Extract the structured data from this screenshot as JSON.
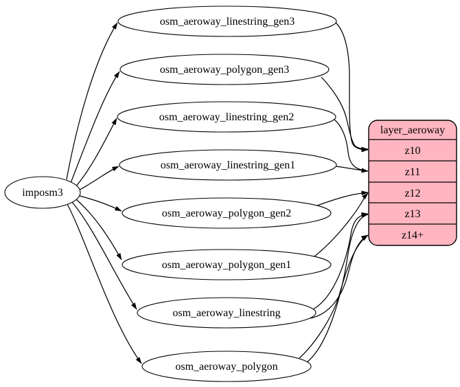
{
  "diagram": {
    "source": {
      "id": "imposm3",
      "label": "imposm3"
    },
    "tables": [
      {
        "id": "osm_aeroway_linestring_gen3",
        "label": "osm_aeroway_linestring_gen3"
      },
      {
        "id": "osm_aeroway_polygon_gen3",
        "label": "osm_aeroway_polygon_gen3"
      },
      {
        "id": "osm_aeroway_linestring_gen2",
        "label": "osm_aeroway_linestring_gen2"
      },
      {
        "id": "osm_aeroway_linestring_gen1",
        "label": "osm_aeroway_linestring_gen1"
      },
      {
        "id": "osm_aeroway_polygon_gen2",
        "label": "osm_aeroway_polygon_gen2"
      },
      {
        "id": "osm_aeroway_polygon_gen1",
        "label": "osm_aeroway_polygon_gen1"
      },
      {
        "id": "osm_aeroway_linestring",
        "label": "osm_aeroway_linestring"
      },
      {
        "id": "osm_aeroway_polygon",
        "label": "osm_aeroway_polygon"
      }
    ],
    "layer": {
      "title": "layer_aeroway",
      "rows": [
        "z10",
        "z11",
        "z12",
        "z13",
        "z14+"
      ],
      "fill": "#ffb6c1",
      "border": "#000000"
    },
    "edges_source_to_tables": [
      {
        "from": "imposm3",
        "to": "osm_aeroway_linestring_gen3"
      },
      {
        "from": "imposm3",
        "to": "osm_aeroway_polygon_gen3"
      },
      {
        "from": "imposm3",
        "to": "osm_aeroway_linestring_gen2"
      },
      {
        "from": "imposm3",
        "to": "osm_aeroway_linestring_gen1"
      },
      {
        "from": "imposm3",
        "to": "osm_aeroway_polygon_gen2"
      },
      {
        "from": "imposm3",
        "to": "osm_aeroway_polygon_gen1"
      },
      {
        "from": "imposm3",
        "to": "osm_aeroway_linestring"
      },
      {
        "from": "imposm3",
        "to": "osm_aeroway_polygon"
      }
    ],
    "edges_tables_to_layer": [
      {
        "from": "osm_aeroway_linestring_gen3",
        "to": "z10"
      },
      {
        "from": "osm_aeroway_polygon_gen3",
        "to": "z10"
      },
      {
        "from": "osm_aeroway_linestring_gen2",
        "to": "z11"
      },
      {
        "from": "osm_aeroway_linestring_gen1",
        "to": "z11"
      },
      {
        "from": "osm_aeroway_polygon_gen2",
        "to": "z12"
      },
      {
        "from": "osm_aeroway_polygon_gen1",
        "to": "z12"
      },
      {
        "from": "osm_aeroway_linestring",
        "to": "z13"
      },
      {
        "from": "osm_aeroway_linestring",
        "to": "z14+"
      },
      {
        "from": "osm_aeroway_polygon",
        "to": "z13"
      },
      {
        "from": "osm_aeroway_polygon",
        "to": "z14+"
      }
    ]
  }
}
